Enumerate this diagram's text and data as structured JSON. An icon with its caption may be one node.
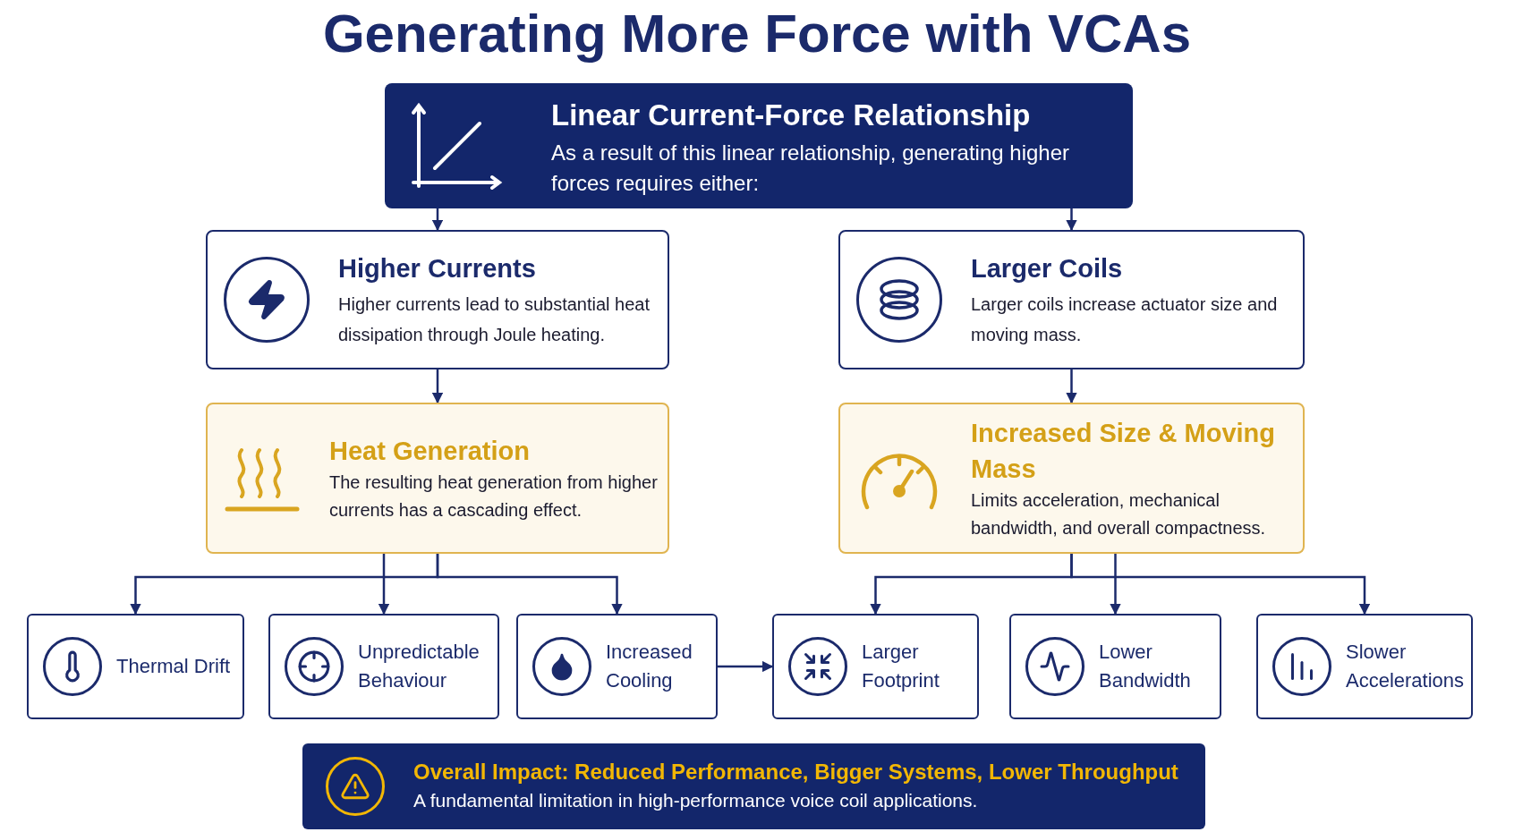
{
  "diagram": {
    "title": "Generating More Force with VCAs",
    "nodes": [
      {
        "text": [
          "Linear Current-Force Relationship",
          "As a result of this linear relationship, generating higher forces requires either:"
        ]
      },
      {
        "text": [
          "Higher Currents",
          "Higher currents lead to substantial heat dissipation through Joule heating."
        ]
      },
      {
        "text": [
          "Larger Coils",
          "Larger coils increase actuator size and moving mass."
        ]
      },
      {
        "text": [
          "Heat Generation",
          "The resulting heat generation from higher currents has a cascading effect."
        ]
      },
      {
        "text": [
          "Increased Size & Moving Mass",
          "Limits acceleration, mechanical bandwidth, and overall compactness."
        ]
      },
      {
        "text": [
          "Thermal Drift"
        ]
      },
      {
        "text": [
          "Unpredictable Behaviour"
        ]
      },
      {
        "text": [
          "Increased Cooling"
        ]
      },
      {
        "text": [
          "Larger Footprint"
        ]
      },
      {
        "text": [
          "Lower Bandwidth"
        ]
      },
      {
        "text": [
          "Slower Accelerations"
        ]
      },
      {
        "text": [
          "Overall Impact: Reduced Performance, Bigger Systems, Lower Throughput",
          "A fundamental limitation in high-performance voice coil applications."
        ]
      }
    ],
    "edges": [
      {
        "from": 0,
        "to": 1,
        "arrow": "to"
      },
      {
        "from": 0,
        "to": 2,
        "arrow": "to"
      },
      {
        "from": 1,
        "to": 3,
        "arrow": "to"
      },
      {
        "from": 2,
        "to": 4,
        "arrow": "to"
      },
      {
        "from": 3,
        "to": 5,
        "arrow": "to"
      },
      {
        "from": 3,
        "to": 6,
        "arrow": "to"
      },
      {
        "from": 3,
        "to": 7,
        "arrow": "to"
      },
      {
        "from": 4,
        "to": 8,
        "arrow": "to"
      },
      {
        "from": 4,
        "to": 9,
        "arrow": "to"
      },
      {
        "from": 4,
        "to": 10,
        "arrow": "to"
      },
      {
        "from": 7,
        "to": 8,
        "arrow": "to"
      }
    ]
  }
}
